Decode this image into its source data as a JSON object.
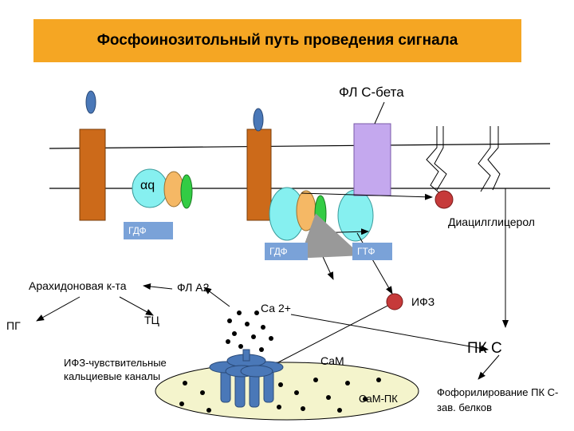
{
  "title": "Фосфоинозитольный путь проведения сигнала",
  "labels": {
    "plc_beta": "ФЛ С-бета",
    "alpha_q": "αq",
    "diacylglycerol": "Диацилглицерол",
    "gdp_left": "ГДФ",
    "gdp_mid": "ГДФ",
    "gtp": "ГТФ",
    "arachidonic_acid": "Арахидоновая к-та",
    "pla2": "ФЛ А2",
    "pg": "ПГ",
    "tc": "ТЦ",
    "ca2": "Са 2+",
    "ip3": "ИФЗ",
    "ip3_channels": "ИФЗ-чувствительные кальциевые каналы",
    "pkc": "ПК С",
    "cam": "СаМ",
    "cam_pk": "СаМ-ПК",
    "phosphorylation": "Фофорилирование ПК С-зав. белков"
  },
  "colors": {
    "title_bg": "#f5a623",
    "receptor": "#cc6a1a",
    "ligand": "#4a78b8",
    "alpha_subunit": "#86f0f0",
    "beta_subunit": "#f5b865",
    "gamma_subunit": "#33cc44",
    "plc": "#c4a8ee",
    "tag_box": "#7aa2d8",
    "messenger": "#c63a3a",
    "er": "#f4f4cc",
    "channel": "#4a78b8"
  }
}
